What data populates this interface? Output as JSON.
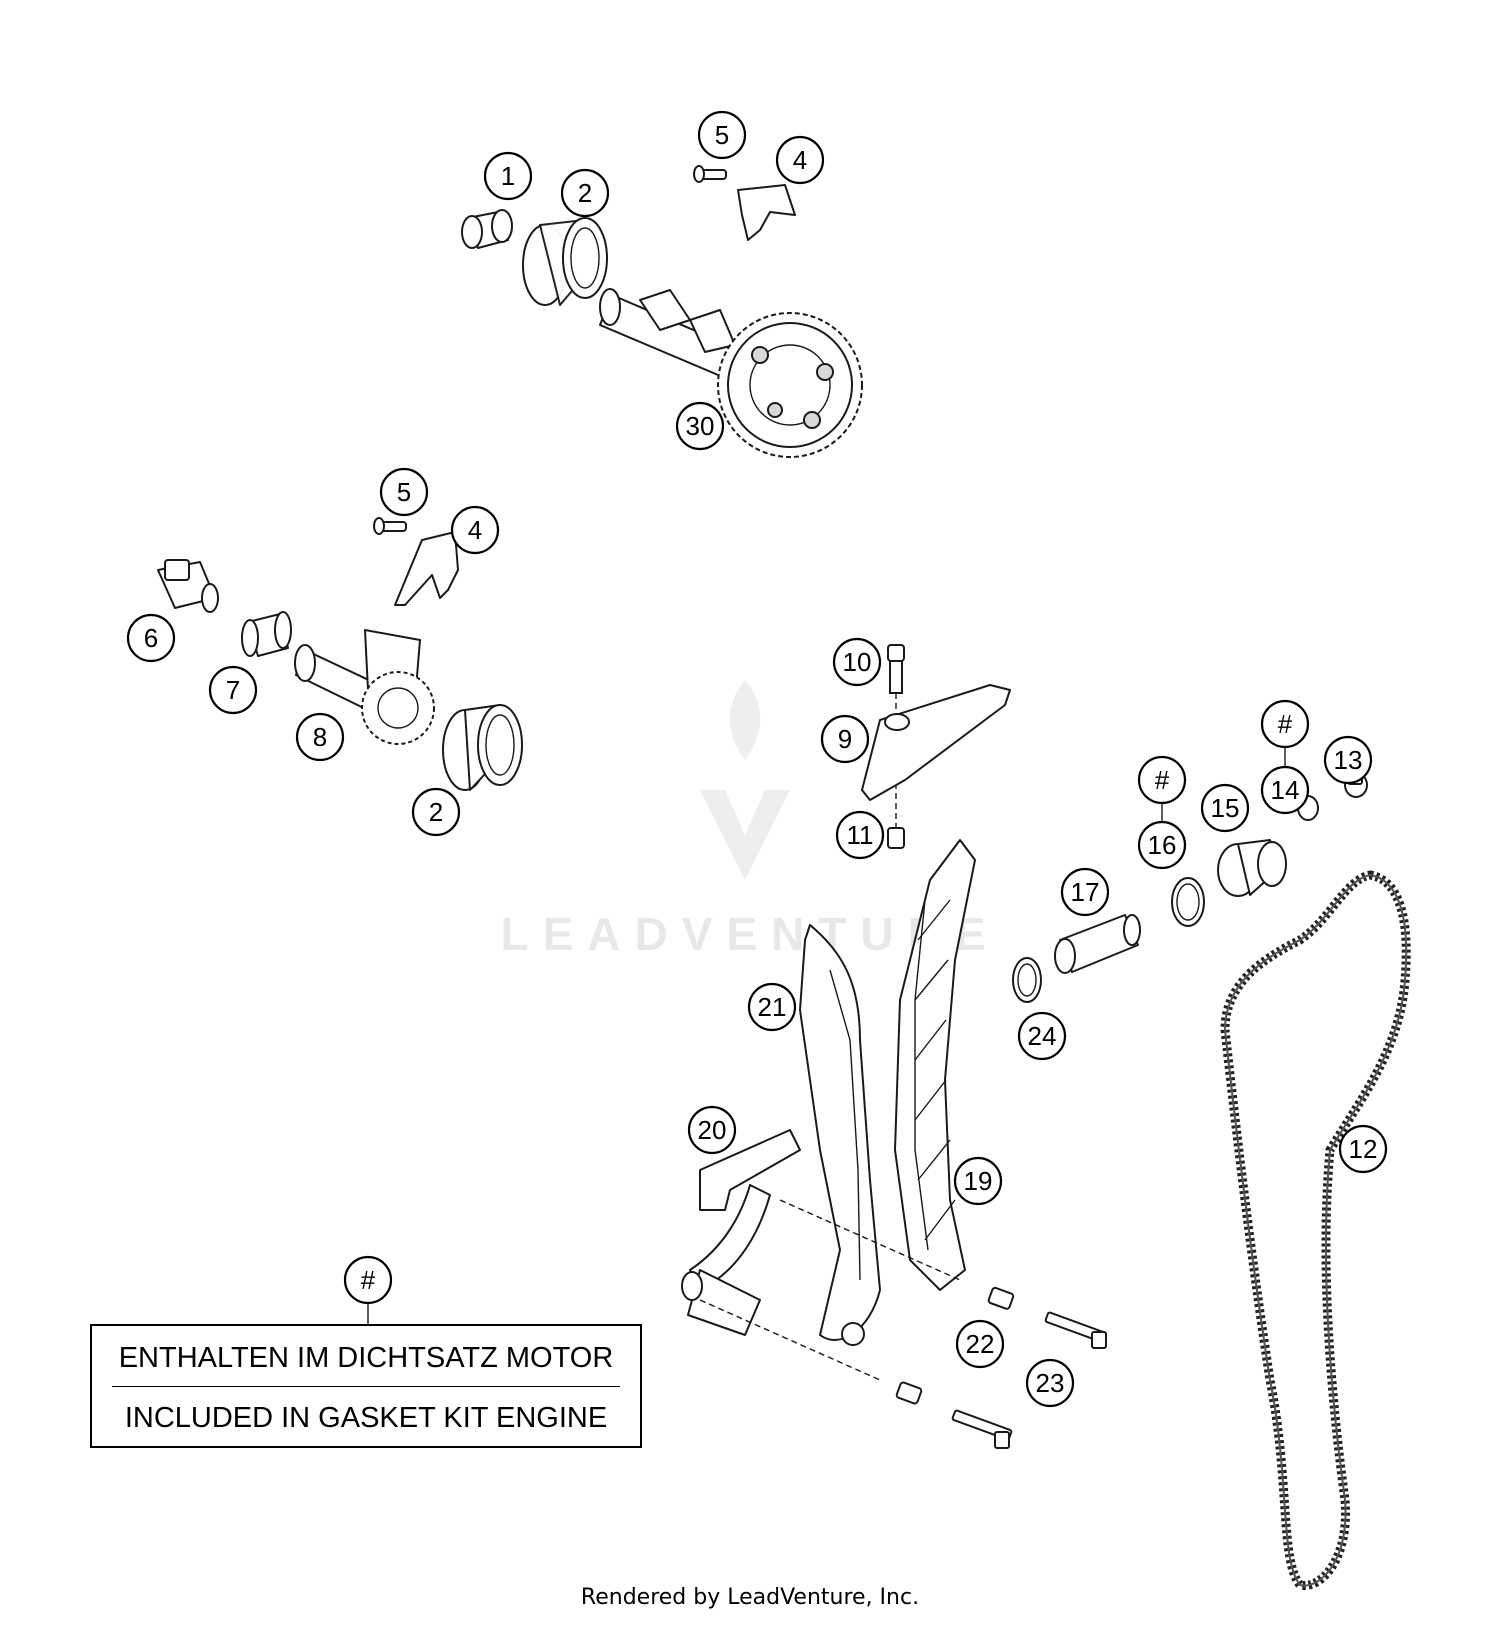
{
  "callouts": {
    "c1": "1",
    "c2a": "2",
    "c2b": "2",
    "c4a": "4",
    "c4b": "4",
    "c5a": "5",
    "c5b": "5",
    "c6": "6",
    "c7": "7",
    "c8": "8",
    "c9": "9",
    "c10": "10",
    "c11": "11",
    "c12": "12",
    "c13": "13",
    "c14": "14",
    "c14hash": "#",
    "c15": "15",
    "c16": "16",
    "c16hash": "#",
    "c17": "17",
    "c19": "19",
    "c20": "20",
    "c21": "21",
    "c22": "22",
    "c23": "23",
    "c24": "24",
    "c30": "30",
    "legend_hash": "#"
  },
  "legend": {
    "line_de": "ENTHALTEN IM DICHTSATZ MOTOR",
    "line_en": "INCLUDED IN GASKET KIT ENGINE"
  },
  "watermark": "LEADVENTURE",
  "credit": "Rendered by LeadVenture, Inc."
}
